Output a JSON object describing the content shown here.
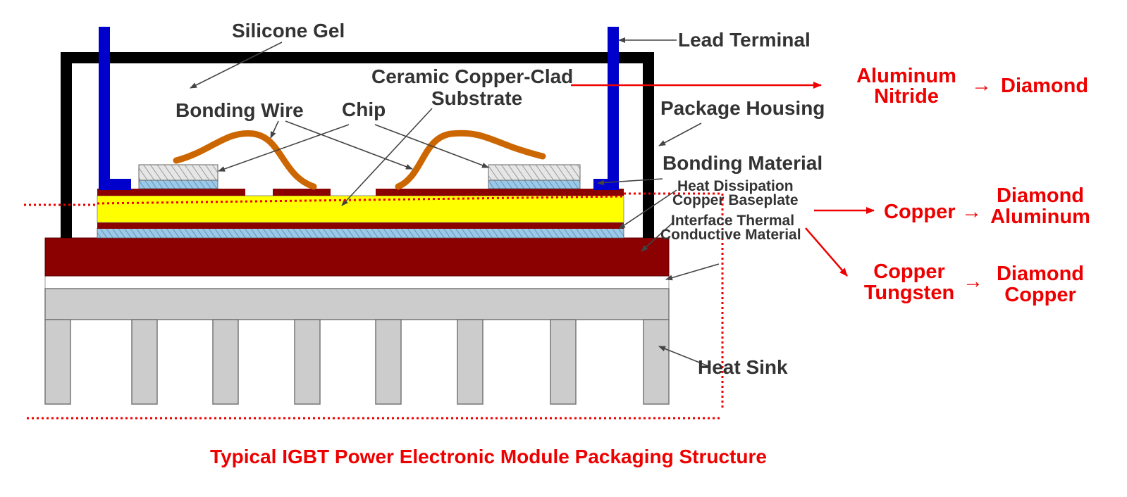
{
  "figure": {
    "caption": "Typical IGBT Power Electronic Module Packaging Structure",
    "colors": {
      "housing": "#000000",
      "lead_terminal": "#0000cc",
      "copper_layer": "#8b0000",
      "ceramic": "#ffff00",
      "bonding_wire": "#cc6600",
      "chip": "#dcdcdc",
      "bonding_material": "#8ec4e6",
      "heat_sink": "#cccccc",
      "label_text": "#333333",
      "alternative_text": "#ee0000"
    }
  },
  "labels": {
    "silicone_gel": "Silicone Gel",
    "lead_terminal": "Lead Terminal",
    "ceramic_substrate_line1": "Ceramic Copper-Clad",
    "ceramic_substrate_line2": "Substrate",
    "bonding_wire": "Bonding Wire",
    "chip": "Chip",
    "package_housing": "Package Housing",
    "bonding_material": "Bonding Material",
    "baseplate_line1": "Heat Dissipation",
    "baseplate_line2": "Copper Baseplate",
    "interface_line1": "Interface Thermal",
    "interface_line2": "Conductive Material",
    "heat_sink": "Heat Sink"
  },
  "alternatives": {
    "substrate": {
      "current_line1": "Aluminum",
      "current_line2": "Nitride",
      "arrow": "→",
      "future": "Diamond"
    },
    "baseplate_copper": {
      "current": "Copper",
      "arrow": "→",
      "future_line1": "Diamond",
      "future_line2": "Aluminum"
    },
    "baseplate_tungsten": {
      "current_line1": "Copper",
      "current_line2": "Tungsten",
      "arrow": "→",
      "future_line1": "Diamond",
      "future_line2": "Copper"
    }
  }
}
